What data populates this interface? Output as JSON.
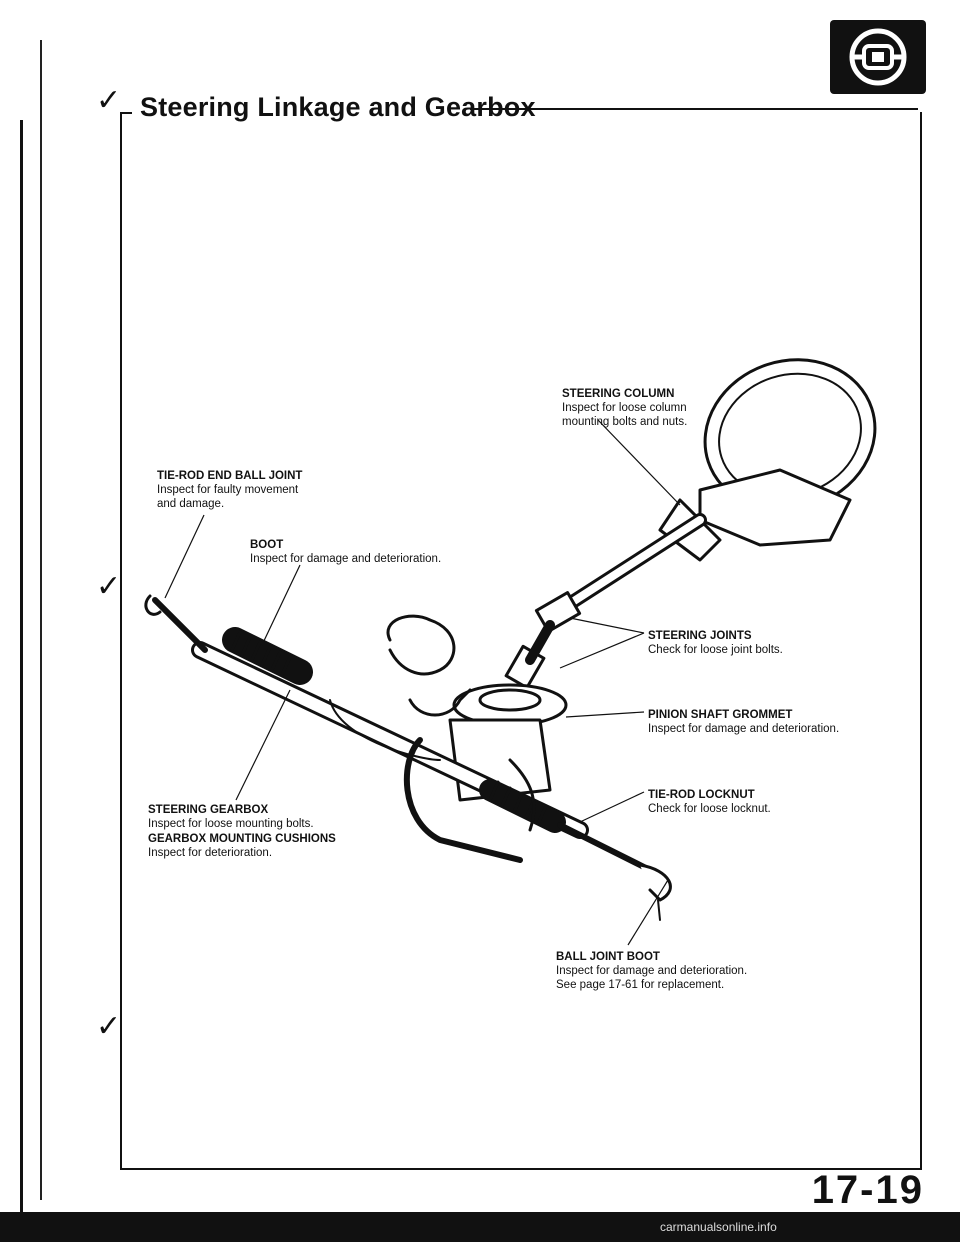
{
  "header": {
    "title": "Steering Linkage and Gearbox"
  },
  "icon": "steering-wheel-icon",
  "labels": {
    "steering_column": {
      "title": "STEERING COLUMN",
      "line1": "Inspect for loose column",
      "line2": "mounting bolts and nuts."
    },
    "tie_rod_ball_joint": {
      "title": "TIE-ROD END BALL JOINT",
      "line1": "Inspect for faulty movement",
      "line2": "and damage."
    },
    "boot": {
      "title": "BOOT",
      "line1": "Inspect for damage and deterioration."
    },
    "steering_joints": {
      "title": "STEERING JOINTS",
      "line1": "Check for loose joint bolts."
    },
    "pinion_grommet": {
      "title": "PINION SHAFT GROMMET",
      "line1": "Inspect for damage and deterioration."
    },
    "tie_rod_locknut": {
      "title": "TIE-ROD LOCKNUT",
      "line1": "Check for loose locknut."
    },
    "steering_gearbox": {
      "title": "STEERING GEARBOX",
      "line1": "Inspect for loose mounting bolts."
    },
    "gearbox_cushions": {
      "title": "GEARBOX MOUNTING CUSHIONS",
      "line1": "Inspect for deterioration."
    },
    "ball_joint_boot": {
      "title": "BALL JOINT BOOT",
      "line1": "Inspect for damage and deterioration.",
      "line2": "See page 17-61 for replacement."
    }
  },
  "page_number": "17-19",
  "footer_watermark": "carmanualsonline.info"
}
